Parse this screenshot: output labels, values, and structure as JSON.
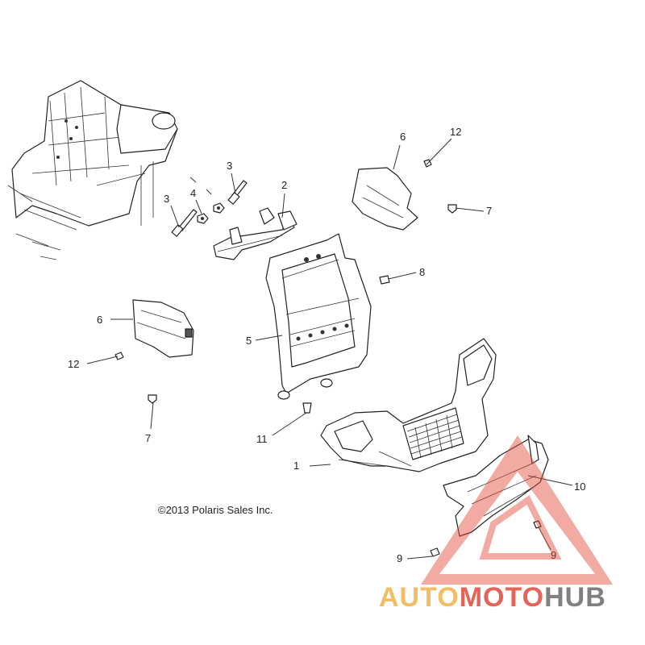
{
  "copyright": "©2013 Polaris Sales Inc.",
  "callouts": [
    {
      "id": "c1",
      "label": "1"
    },
    {
      "id": "c2",
      "label": "2"
    },
    {
      "id": "c3a",
      "label": "3"
    },
    {
      "id": "c3b",
      "label": "3"
    },
    {
      "id": "c4",
      "label": "4"
    },
    {
      "id": "c5",
      "label": "5"
    },
    {
      "id": "c6a",
      "label": "6"
    },
    {
      "id": "c6b",
      "label": "6"
    },
    {
      "id": "c7a",
      "label": "7"
    },
    {
      "id": "c7b",
      "label": "7"
    },
    {
      "id": "c8",
      "label": "8"
    },
    {
      "id": "c9a",
      "label": "9"
    },
    {
      "id": "c9b",
      "label": "9"
    },
    {
      "id": "c10",
      "label": "10"
    },
    {
      "id": "c11",
      "label": "11"
    },
    {
      "id": "c12a",
      "label": "12"
    },
    {
      "id": "c12b",
      "label": "12"
    }
  ],
  "watermark": {
    "part1": "AUTO",
    "part2": "MOTO",
    "part3": "HUB",
    "color_orange": "#f2b24a",
    "color_red": "#e14a3b",
    "color_gray": "#6b6b6b"
  }
}
